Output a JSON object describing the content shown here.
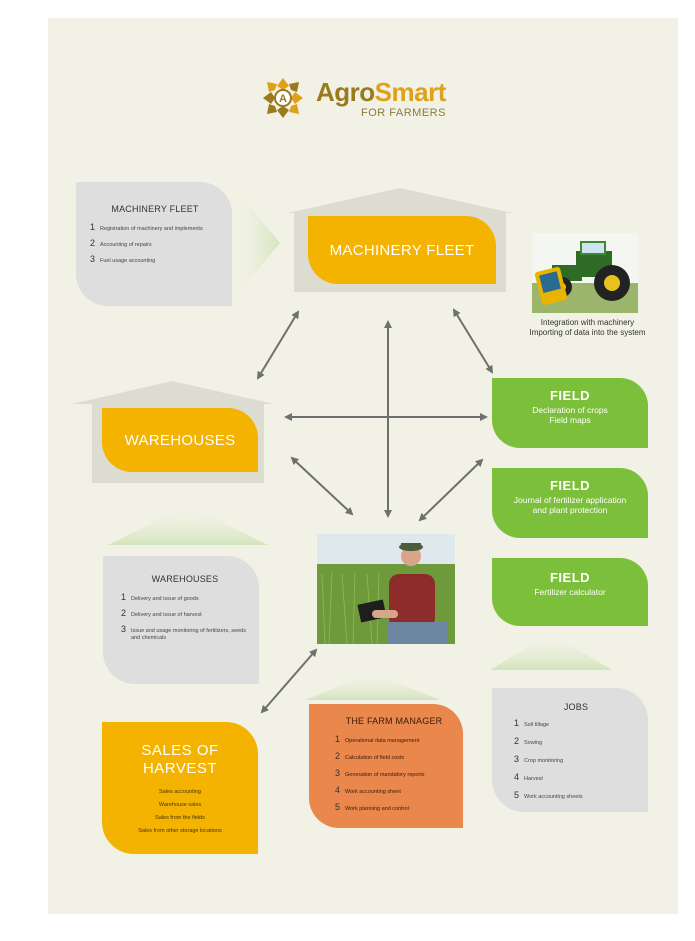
{
  "logo": {
    "brand_agro": "Agro",
    "brand_smart": "Smart",
    "tagline": "FOR FARMERS",
    "icon": "agrosmart-logo-icon"
  },
  "machinery_info": {
    "title": "MACHINERY FLEET",
    "items": [
      {
        "num": "1",
        "text": "Registration of machinery and implements"
      },
      {
        "num": "2",
        "text": "Accounting of repairs"
      },
      {
        "num": "3",
        "text": "Fuel usage accounting"
      }
    ]
  },
  "machinery_fleet_label": "MACHINERY FLEET",
  "tractor_caption": {
    "line1": "Integration with machinery",
    "line2": "Importing of data into the system"
  },
  "warehouses_label": "WAREHOUSES",
  "fields": [
    {
      "title": "FIELD",
      "lines": [
        "Declaration of crops",
        "Field maps"
      ]
    },
    {
      "title": "FIELD",
      "lines": [
        "Journal of fertilizer application",
        "and plant protection"
      ]
    },
    {
      "title": "FIELD",
      "lines": [
        "Fertilizer calculator",
        ""
      ]
    }
  ],
  "warehouses_info": {
    "title": "WAREHOUSES",
    "items": [
      {
        "num": "1",
        "text": "Delivery and issue of goods"
      },
      {
        "num": "2",
        "text": "Delivery and issue of harvest"
      },
      {
        "num": "3",
        "text": "Issue and usage monitoring of fertilizers, seeds and chemicals"
      }
    ]
  },
  "sales": {
    "title_line1": "SALES OF",
    "title_line2": "HARVEST",
    "items": [
      "Sales accounting",
      "Warehouse sales",
      "Sales from the fields",
      "Sales from other storage locations"
    ]
  },
  "farm_manager": {
    "title": "THE FARM MANAGER",
    "items": [
      {
        "num": "1",
        "text": "Operational data management"
      },
      {
        "num": "2",
        "text": "Calculation of field costs"
      },
      {
        "num": "3",
        "text": "Generation of mandatory reports"
      },
      {
        "num": "4",
        "text": "Work accounting sheet"
      },
      {
        "num": "5",
        "text": "Work planning and control"
      }
    ]
  },
  "jobs": {
    "title": "JOBS",
    "items": [
      {
        "num": "1",
        "text": "Soil tillage"
      },
      {
        "num": "2",
        "text": "Sowing"
      },
      {
        "num": "3",
        "text": "Crop monitoring"
      },
      {
        "num": "4",
        "text": "Harvest"
      },
      {
        "num": "5",
        "text": "Work accounting sheets"
      }
    ]
  },
  "colors": {
    "background": "#f2f1e5",
    "gold": "#f3b300",
    "green": "#7cbf3a",
    "orange": "#e9874c",
    "grey_card": "#dedede",
    "arrow": "#6f6f6f"
  }
}
